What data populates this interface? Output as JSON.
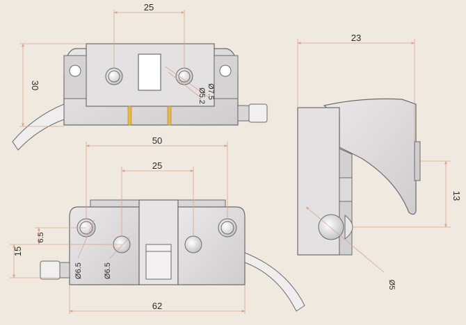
{
  "colors": {
    "background": "#efe9df",
    "dimension_line": "#d9a48a",
    "part_fill": "#dedcdc",
    "part_dark": "#c9c7c7",
    "outline": "#6b6b6b",
    "slot_gold": "#e6b64a"
  },
  "top_view": {
    "dim_width": "25",
    "dim_height": "30",
    "dim_hole_outer": "Ø7.5",
    "dim_hole_inner": "Ø5.2"
  },
  "side_view": {
    "dim_width": "23",
    "dim_height": "13",
    "dim_pin": "Ø5"
  },
  "front_view": {
    "dim_outer_spacing": "50",
    "dim_inner_spacing": "25",
    "dim_total_width": "62",
    "dim_left_offset": "6.5",
    "dim_left_height": "15",
    "dim_hole_left": "Ø6.5",
    "dim_hole_mid": "Ø6.5"
  }
}
